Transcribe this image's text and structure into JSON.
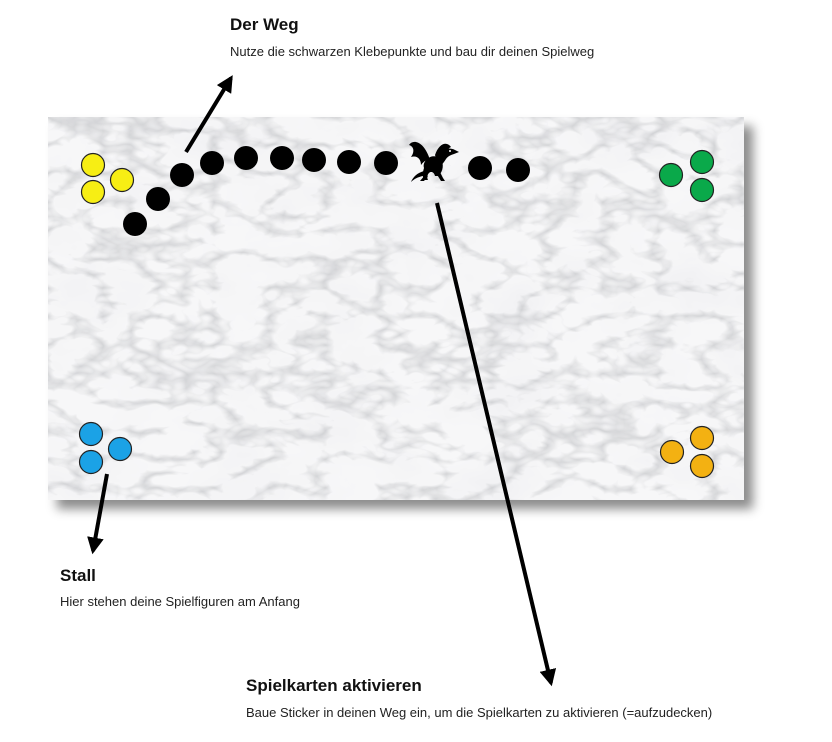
{
  "annotations": {
    "weg": {
      "title": "Der Weg",
      "description": "Nutze die schwarzen Klebepunkte und bau dir deinen Spielweg"
    },
    "stall": {
      "title": "Stall",
      "description": "Hier stehen deine Spielfiguren am Anfang"
    },
    "karten": {
      "title": "Spielkarten aktivieren",
      "description": "Baue Sticker in deinen Weg ein, um die Spielkarten zu aktivieren (=aufzudecken)"
    }
  },
  "board": {
    "surface": "marble",
    "dragon_icon": "dragon-icon",
    "colors": {
      "path_dot": "#000000",
      "yellow": "#f7ee14",
      "green": "#0aa94a",
      "blue": "#1ba2e6",
      "orange": "#f3b112"
    }
  }
}
